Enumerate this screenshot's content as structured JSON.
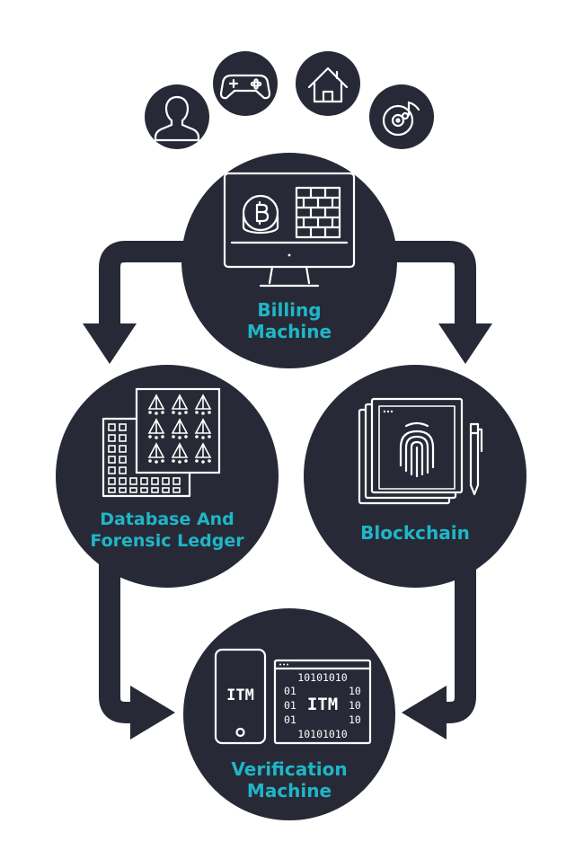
{
  "nodes": {
    "billing": {
      "line1": "Billing",
      "line2": "Machine"
    },
    "database": {
      "line1": "Database And",
      "line2": "Forensic Ledger"
    },
    "blockchain": {
      "line1": "Blockchain"
    },
    "verification": {
      "line1": "Verification",
      "line2": "Machine"
    }
  },
  "verification_icon": {
    "phone_text": "ITM",
    "screen_text": "ITM",
    "binary_full": "10101010",
    "binary_left": "01",
    "binary_right": "10"
  },
  "icons": [
    "user-icon",
    "gamepad-icon",
    "home-icon",
    "music-disc-icon",
    "bitcoin-icon",
    "fingerprint-icon",
    "pen-icon"
  ],
  "colors": {
    "node": "#272a36",
    "label": "#1fb6c8",
    "icon": "#ffffff"
  }
}
